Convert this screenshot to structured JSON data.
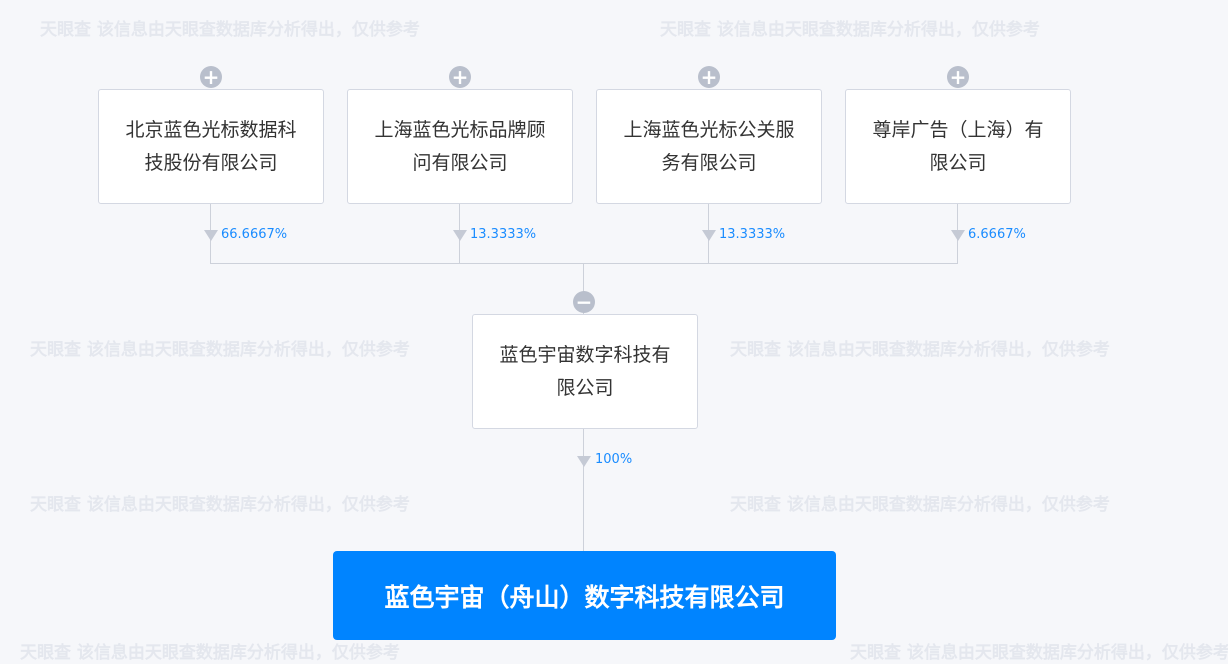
{
  "watermark": "天眼查 该信息由天眼查数据库分析得出，仅供参考",
  "shareholders": [
    {
      "name": "北京蓝色光标数据科技股份有限公司",
      "percent": "66.6667%"
    },
    {
      "name": "上海蓝色光标品牌顾问有限公司",
      "percent": "13.3333%"
    },
    {
      "name": "上海蓝色光标公关服务有限公司",
      "percent": "13.3333%"
    },
    {
      "name": "尊岸广告（上海）有限公司",
      "percent": "6.6667%"
    }
  ],
  "parent": {
    "name": "蓝色宇宙数字科技有限公司",
    "percent": "100%"
  },
  "target": {
    "name": "蓝色宇宙（舟山）数字科技有限公司"
  },
  "colors": {
    "accent": "#0084ff",
    "percent": "#1a8cff"
  }
}
